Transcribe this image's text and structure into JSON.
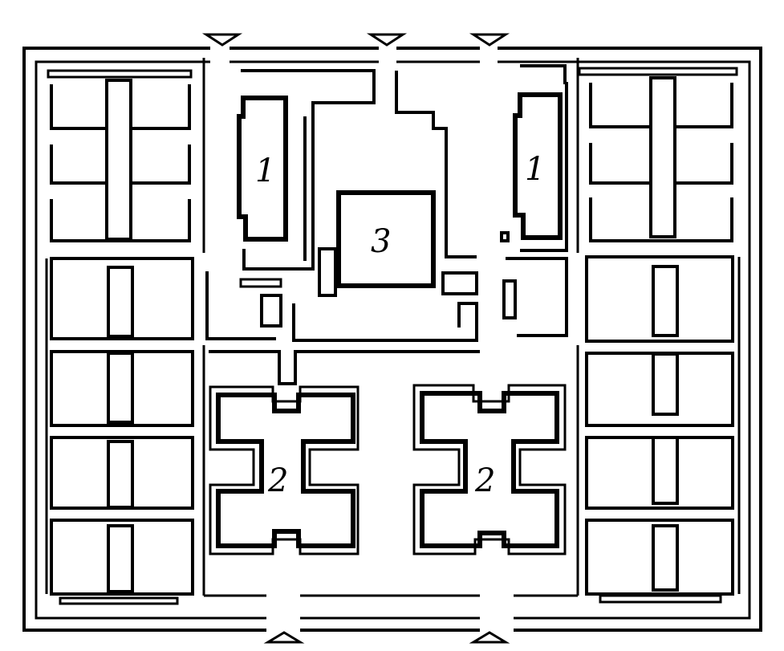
{
  "labels": {
    "building_left_1": "1",
    "building_right_1": "1",
    "center_3": "3",
    "block_left_2": "2",
    "block_right_2": "2"
  }
}
